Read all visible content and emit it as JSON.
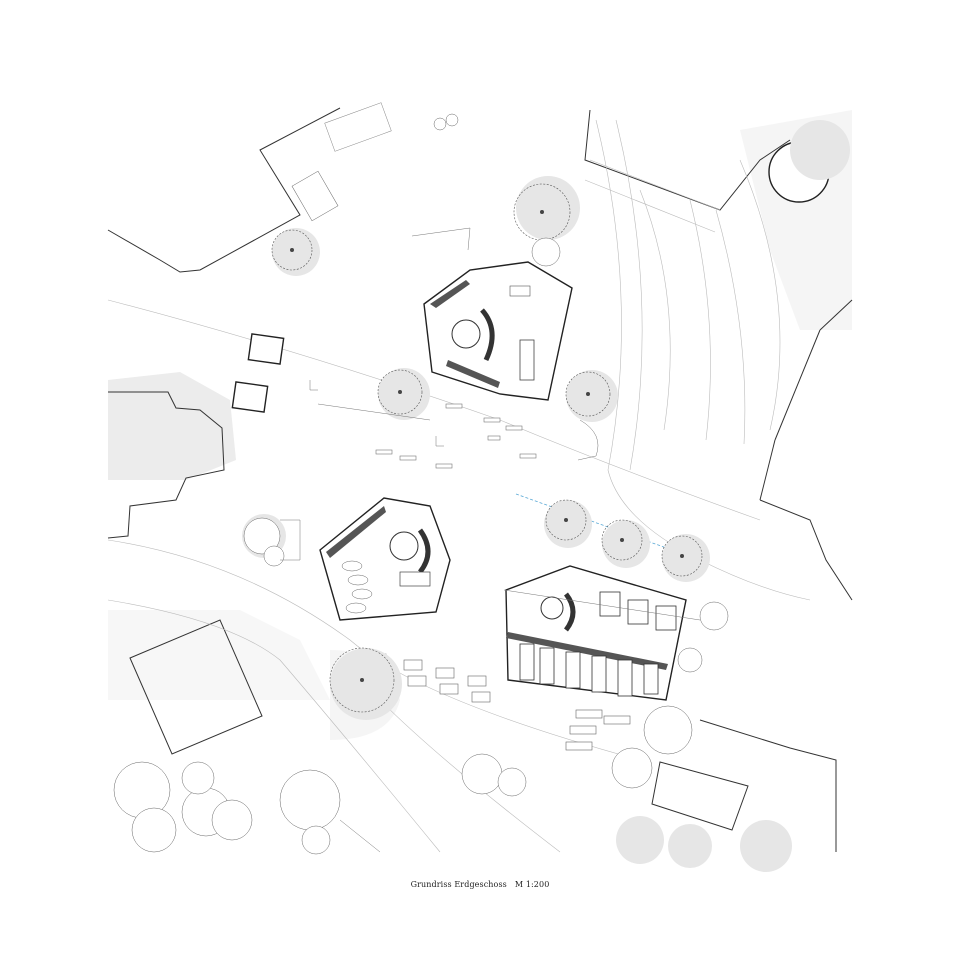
{
  "caption": {
    "title": "Grundriss Erdgeschoss",
    "scale": "M 1:200"
  },
  "colors": {
    "background": "#ffffff",
    "line": "#222222",
    "shade": "#ececec",
    "accent_line": "#5aa9d6"
  },
  "elements": {
    "north_building": "building-north",
    "west_building": "building-west",
    "south_building": "building-south",
    "roundabout": "curved-road",
    "trees": "tree-icon"
  }
}
